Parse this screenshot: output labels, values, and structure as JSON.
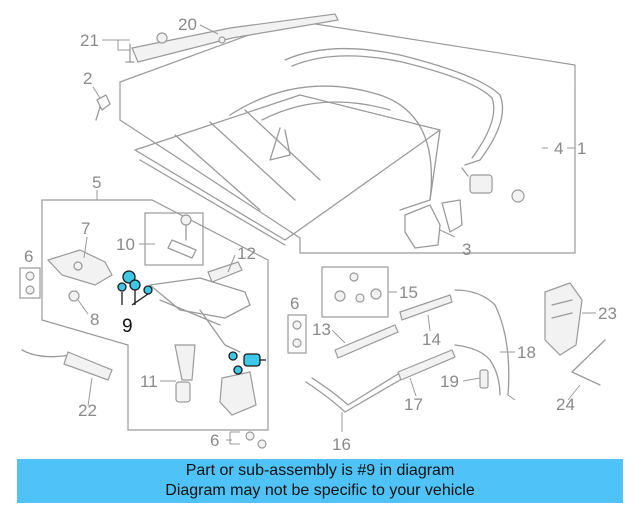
{
  "callouts": {
    "c1": "1",
    "c2": "2",
    "c3": "3",
    "c4": "4",
    "c5": "5",
    "c6a": "6",
    "c6b": "6",
    "c6c": "6",
    "c7": "7",
    "c8": "8",
    "c9": "9",
    "c10": "10",
    "c11": "11",
    "c12": "12",
    "c13": "13",
    "c14": "14",
    "c15": "15",
    "c16": "16",
    "c17": "17",
    "c18": "18",
    "c19": "19",
    "c20": "20",
    "c21": "21",
    "c22": "22",
    "c23": "23",
    "c24": "24"
  },
  "highlight": {
    "part": "9",
    "color": "#3cc8e6"
  },
  "banner": {
    "line1": "Part or sub-assembly is #9 in diagram",
    "line2": "Diagram may not be specific to your vehicle",
    "color": "#4fc3f7"
  }
}
